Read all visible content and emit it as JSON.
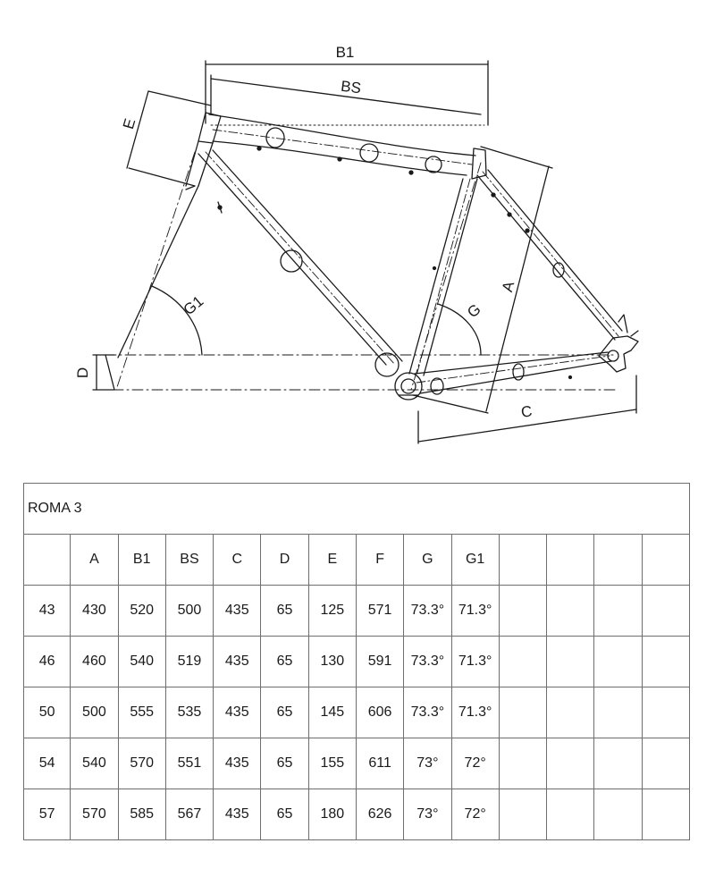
{
  "diagram": {
    "labels": {
      "B1": "B1",
      "BS": "BS",
      "E": "E",
      "A": "A",
      "G": "G",
      "G1": "G1",
      "D": "D",
      "C": "C"
    }
  },
  "table": {
    "title": "ROMA 3",
    "columns": [
      "",
      "A",
      "B1",
      "BS",
      "C",
      "D",
      "E",
      "F",
      "G",
      "G1",
      "",
      "",
      "",
      ""
    ],
    "rows": [
      [
        "43",
        "430",
        "520",
        "500",
        "435",
        "65",
        "125",
        "571",
        "73.3°",
        "71.3°",
        "",
        "",
        "",
        ""
      ],
      [
        "46",
        "460",
        "540",
        "519",
        "435",
        "65",
        "130",
        "591",
        "73.3°",
        "71.3°",
        "",
        "",
        "",
        ""
      ],
      [
        "50",
        "500",
        "555",
        "535",
        "435",
        "65",
        "145",
        "606",
        "73.3°",
        "71.3°",
        "",
        "",
        "",
        ""
      ],
      [
        "54",
        "540",
        "570",
        "551",
        "435",
        "65",
        "155",
        "611",
        "73°",
        "72°",
        "",
        "",
        "",
        ""
      ],
      [
        "57",
        "570",
        "585",
        "567",
        "435",
        "65",
        "180",
        "626",
        "73°",
        "72°",
        "",
        "",
        "",
        ""
      ]
    ]
  }
}
